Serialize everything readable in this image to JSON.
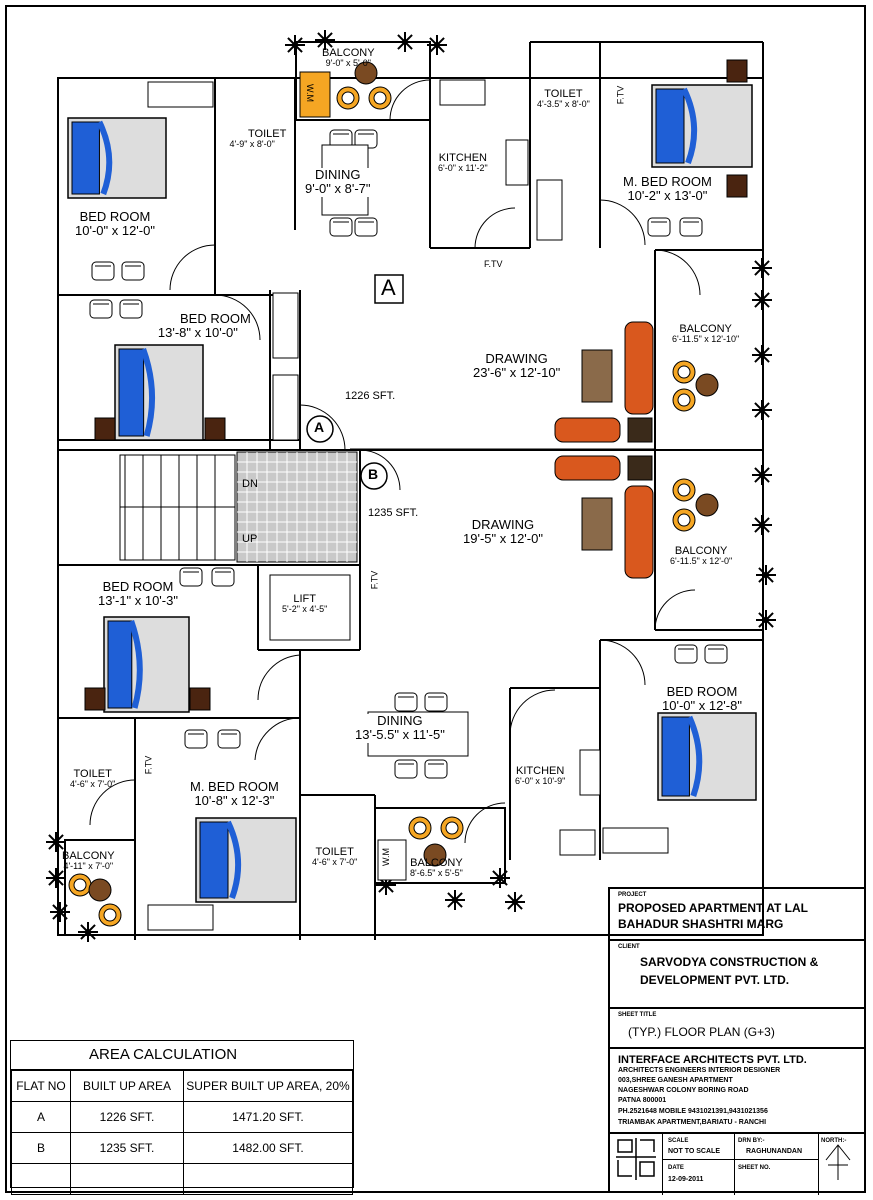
{
  "plan": {
    "labels": {
      "flat_a_tag": "A",
      "flat_a_circle": "A",
      "flat_b_circle": "B",
      "area_a": "1226 SFT.",
      "area_b": "1235 SFT.",
      "dn": "DN",
      "up": "UP",
      "ftv_kitchen": "F.TV",
      "ftv_master": "F.TV",
      "ftv_lift": "F.TV",
      "ftv_bottom": "F.TV",
      "wm_top": "W.M",
      "wm_bottom": "W.M"
    },
    "rooms": {
      "balcony_top": {
        "name": "BALCONY",
        "size": "9'-0\" x 5'-0\""
      },
      "toilet_top_left": {
        "name": "TOILET",
        "size": "4'-9\" x 8'-0\""
      },
      "dining_a": {
        "name": "DINING",
        "size": "9'-0\" x 8'-7\""
      },
      "kitchen_a": {
        "name": "KITCHEN",
        "size": "6'-0\" x 11'-2\""
      },
      "toilet_top_right": {
        "name": "TOILET",
        "size": "4'-3.5\" x 8'-0\""
      },
      "mbed_a": {
        "name": "M. BED ROOM",
        "size": "10'-2\" x 13'-0\""
      },
      "bed_a1": {
        "name": "BED ROOM",
        "size": "10'-0\" x 12'-0\""
      },
      "bed_a2": {
        "name": "BED ROOM",
        "size": "13'-8\" x 10'-0\""
      },
      "drawing_a": {
        "name": "DRAWING",
        "size": "23'-6\" x 12'-10\""
      },
      "balcony_a_right": {
        "name": "BALCONY",
        "size": "6'-11.5\" x 12'-10\""
      },
      "drawing_b": {
        "name": "DRAWING",
        "size": "19'-5\" x 12'-0\""
      },
      "balcony_b_right": {
        "name": "BALCONY",
        "size": "6'-11.5\" x 12'-0\""
      },
      "lift": {
        "name": "LIFT",
        "size": "5'-2\" x 4'-5\""
      },
      "bed_b1": {
        "name": "BED ROOM",
        "size": "13'-1\" x 10'-3\""
      },
      "bed_b2": {
        "name": "BED ROOM",
        "size": "10'-0\" x 12'-8\""
      },
      "dining_b": {
        "name": "DINING",
        "size": "13'-5.5\" x 11'-5\""
      },
      "kitchen_b": {
        "name": "KITCHEN",
        "size": "6'-0\" x 10'-9\""
      },
      "toilet_b_left": {
        "name": "TOILET",
        "size": "4'-6\" x 7'-0\""
      },
      "mbed_b": {
        "name": "M. BED ROOM",
        "size": "10'-8\" x 12'-3\""
      },
      "toilet_b_mid": {
        "name": "TOILET",
        "size": "4'-6\" x 7'-0\""
      },
      "balcony_b_left": {
        "name": "BALCONY",
        "size": "4'-11\" x 7'-0\""
      },
      "balcony_b_bottom": {
        "name": "BALCONY",
        "size": "8'-6.5\" x 5'-5\""
      }
    }
  },
  "title_block": {
    "project_head": "PROJECT",
    "project_line1": "PROPOSED APARTMENT AT  LAL",
    "project_line2": "BAHADUR SHASHTRI MARG",
    "client_head": "CLIENT",
    "client_line1": "SARVODYA CONSTRUCTION &",
    "client_line2": "DEVELOPMENT PVT. LTD.",
    "sheet_title_head": "SHEET TITLE",
    "sheet_title": "(TYP.) FLOOR PLAN (G+3)",
    "firm_name": "INTERFACE  ARCHITECTS  PVT.  LTD.",
    "firm_line1": "ARCHITECTS  ENGINEERS  INTERIOR  DESIGNER",
    "firm_line2": "003,SHREE  GANESH  APARTMENT",
    "firm_line3": "NAGESHWAR  COLONY  BORING  ROAD",
    "firm_line4": "PATNA       800001",
    "firm_line5": "PH.2521648 MOBILE 9431021391,9431021356",
    "firm_line6": "TRIAMBAK  APARTMENT,BARIATU - RANCHI",
    "scale_head": "SCALE",
    "scale_value": "NOT TO SCALE",
    "drn_head": "DRN  BY:-",
    "drn_value": "RAGHUNANDAN",
    "north_head": "NORTH:-",
    "date_head": "DATE",
    "date_value": "12-09-2011",
    "sheet_no_head": "SHEET NO."
  },
  "area_table": {
    "title": "AREA  CALCULATION",
    "headers": [
      "FLAT NO",
      "BUILT UP  AREA",
      "SUPER BUILT UP  AREA, 20%"
    ],
    "rows": [
      [
        "A",
        "1226 SFT.",
        "1471.20 SFT."
      ],
      [
        "B",
        "1235 SFT.",
        "1482.00 SFT."
      ],
      [
        "",
        "",
        ""
      ]
    ]
  },
  "colors": {
    "furniture_blue": "#1f5fd6",
    "sofa_orange": "#d9581e",
    "wood_brown": "#7a4a22",
    "chair_yellow": "#f5a623",
    "tile_grey": "#c9c9c9"
  }
}
